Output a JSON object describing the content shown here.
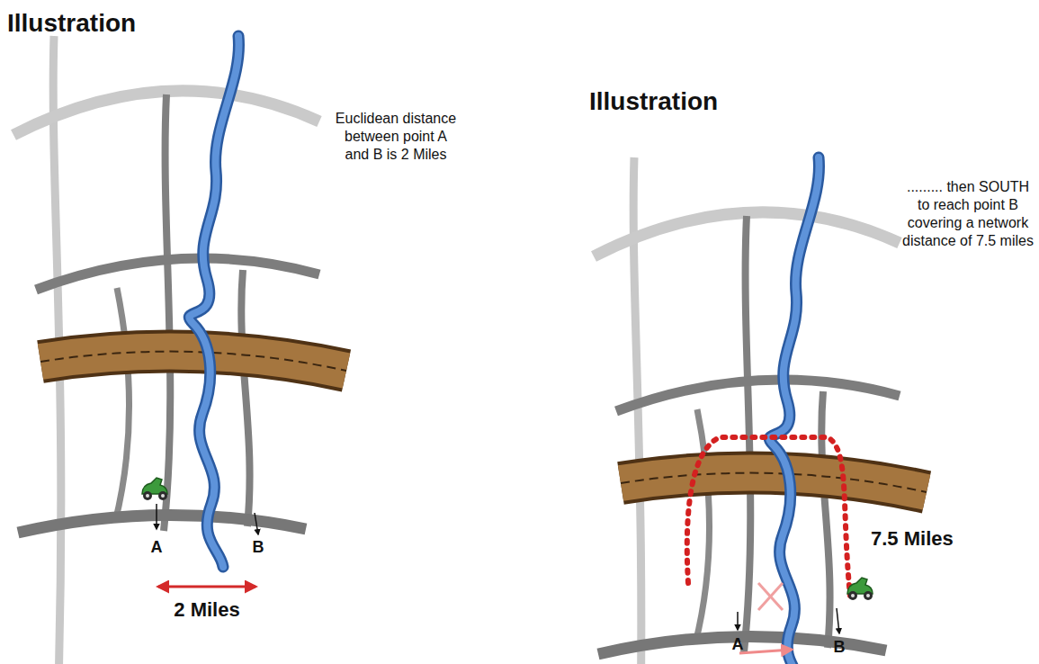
{
  "diagram": {
    "labels": [
      "Illustration",
      "Euclidean distance between point A and B is 2 Miles",
      "A",
      "B",
      "2 Miles",
      "Illustration",
      "......... then SOUTH to reach point B covering a network distance of 7.5 miles",
      "7.5 Miles",
      "A",
      "B"
    ]
  }
}
